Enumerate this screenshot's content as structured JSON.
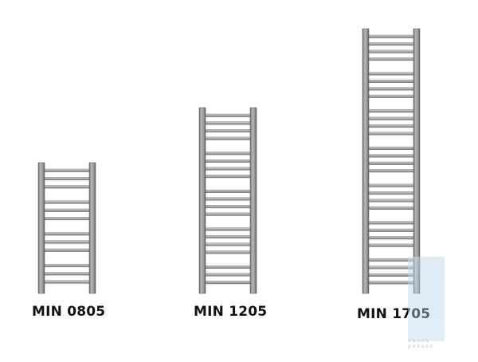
{
  "models": [
    {
      "id": "0805",
      "label": "MIN 0805"
    },
    {
      "id": "1205",
      "label": "MIN 1205"
    },
    {
      "id": "1705",
      "label": "MIN 1705"
    }
  ],
  "watermark": {
    "line1": "vanny",
    "line2": "peksen"
  },
  "colors": {
    "rail": "#9a9a9a",
    "rail_dark": "#5e5e5e",
    "bar": "#b3b3b3",
    "background": "#ffffff"
  }
}
